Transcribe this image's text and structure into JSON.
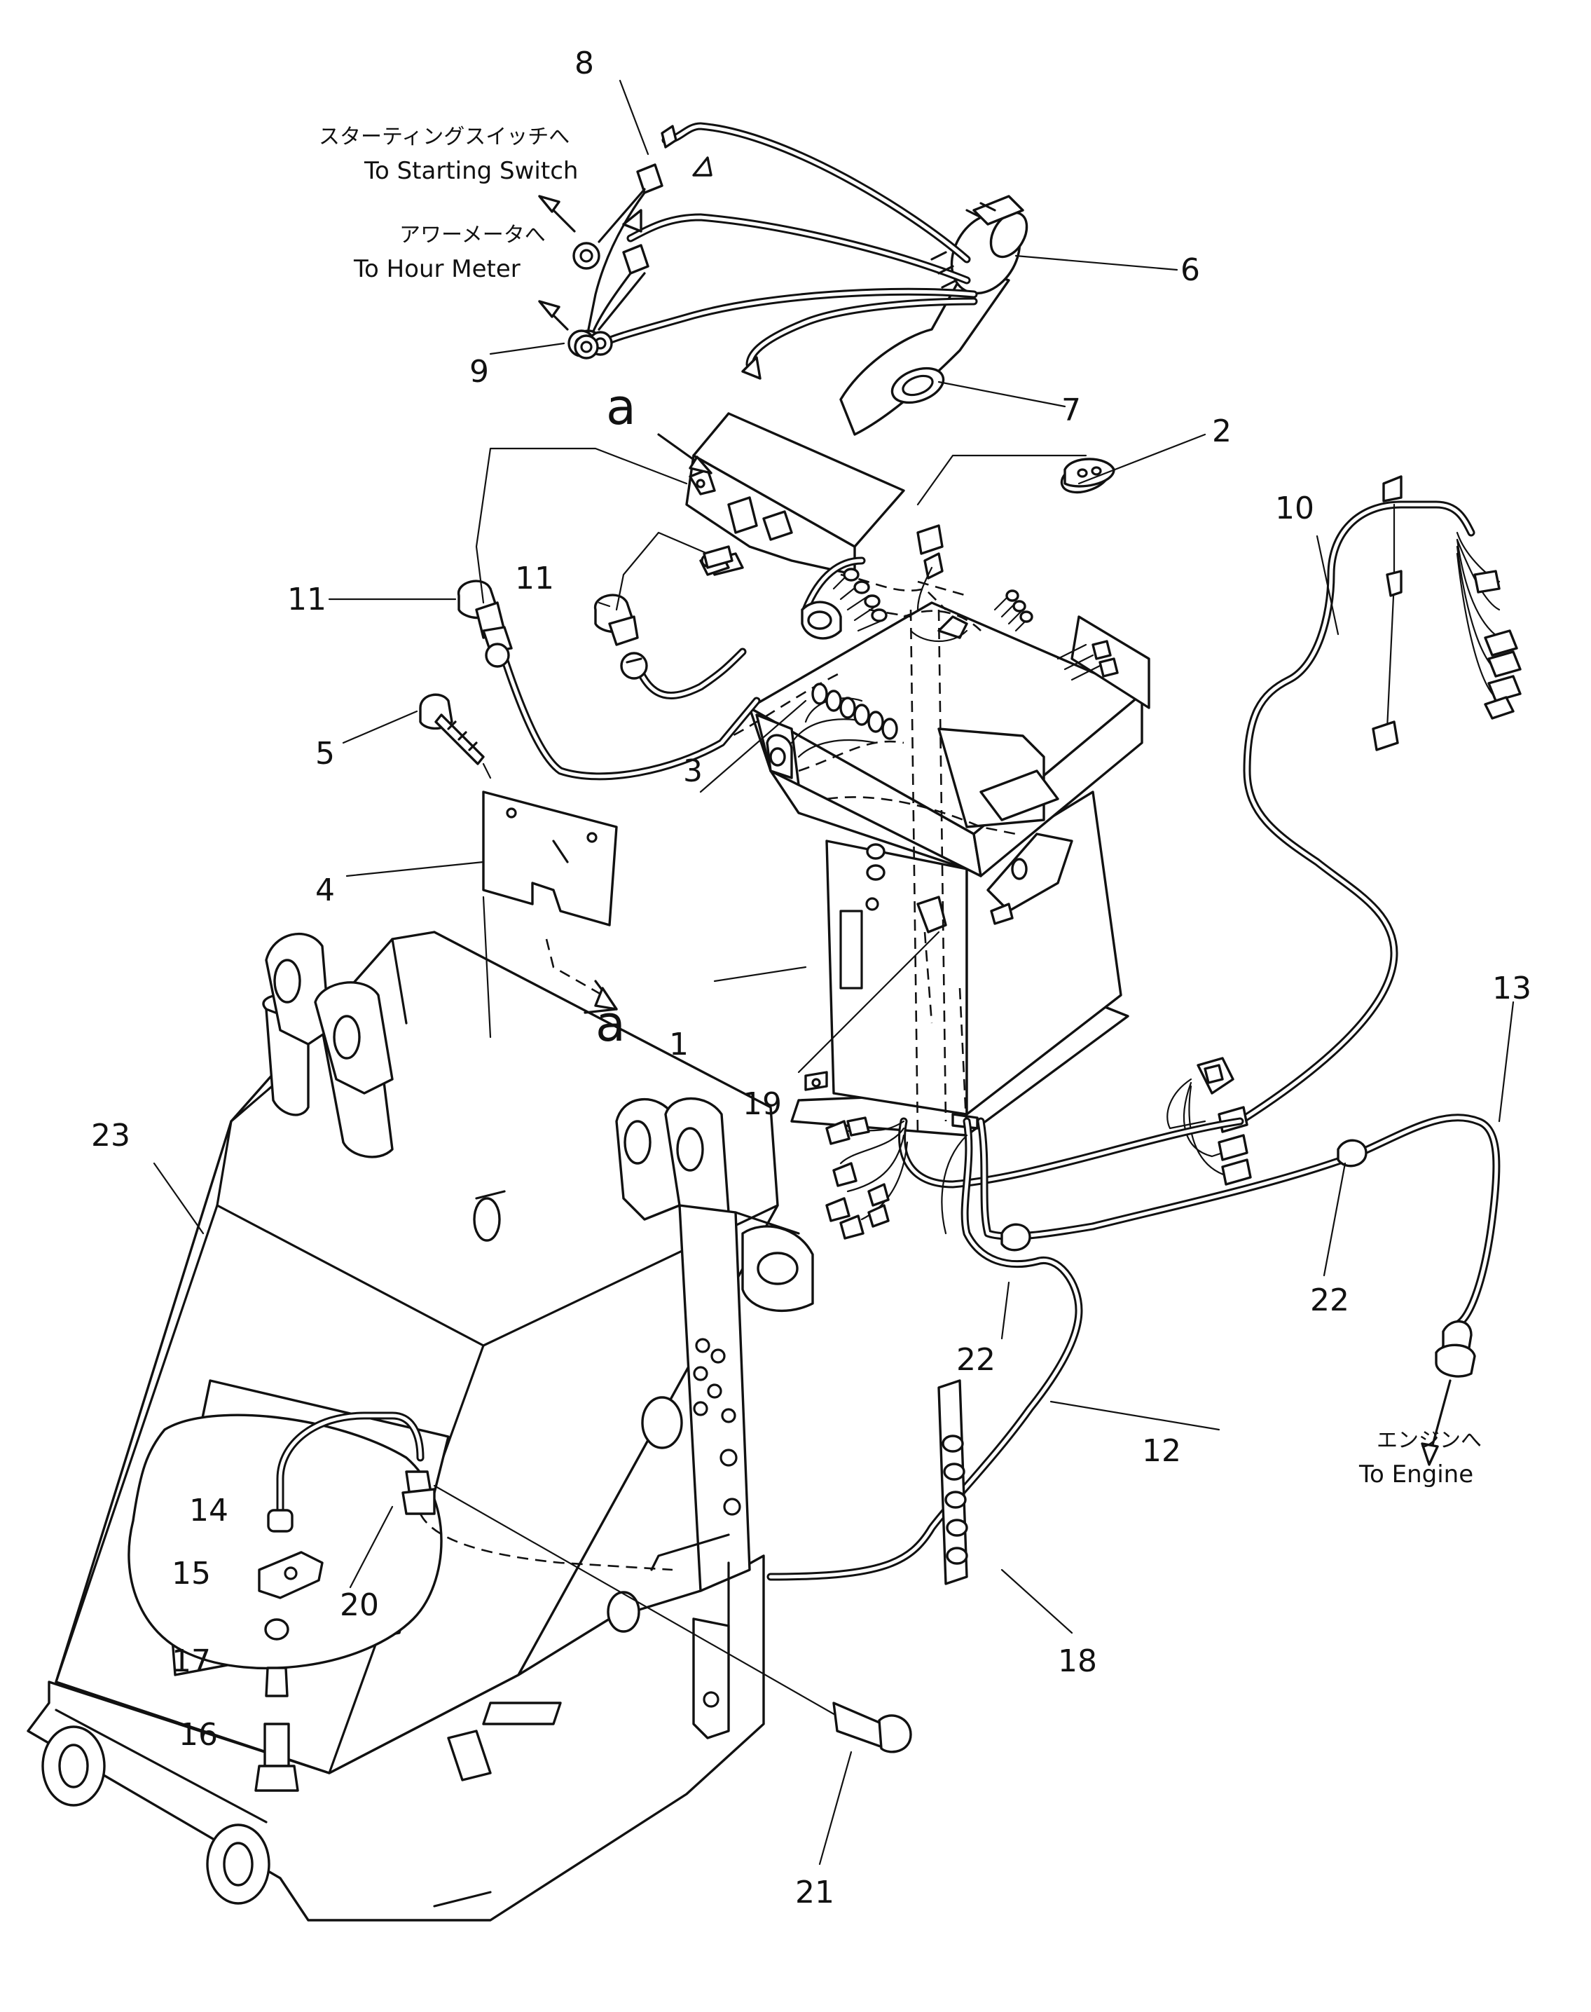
{
  "callouts": [
    "1",
    "2",
    "3",
    "4",
    "5",
    "6",
    "7",
    "8",
    "9",
    "10",
    "11",
    "11",
    "12",
    "13",
    "14",
    "15",
    "16",
    "17",
    "18",
    "19",
    "20",
    "21",
    "22",
    "22",
    "23"
  ],
  "view_letters": [
    "a",
    "a"
  ],
  "notes": {
    "starting_switch_jp": "スターティングスイッチへ",
    "starting_switch_en": "To Starting Switch",
    "hour_meter_jp": "アワーメータへ",
    "hour_meter_en": "To Hour Meter",
    "engine_jp": "エンジンへ",
    "engine_en": "To Engine"
  }
}
